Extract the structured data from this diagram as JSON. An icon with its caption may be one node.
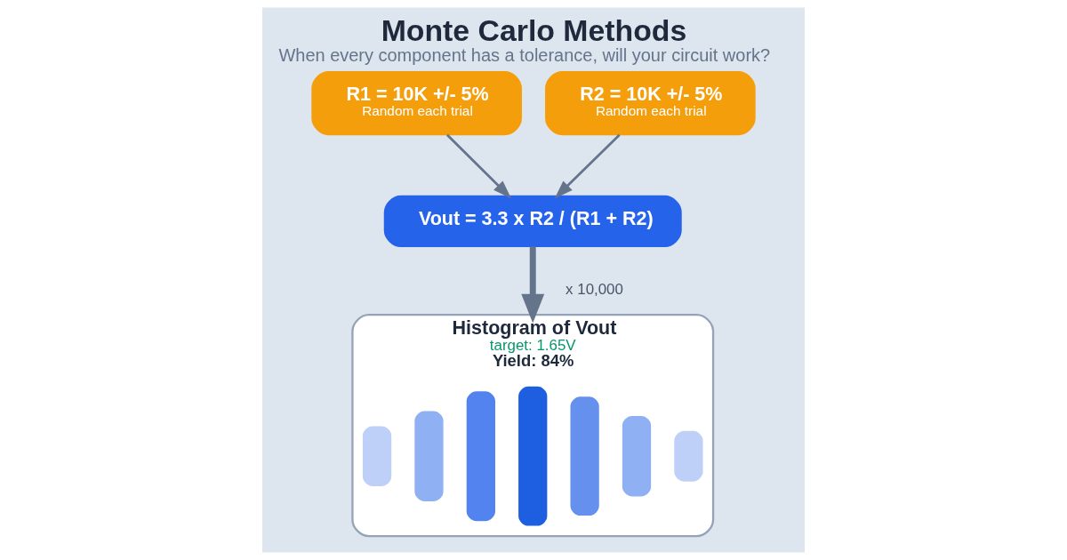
{
  "diagram": {
    "title": "Monte Carlo Methods",
    "caption": "When every component has a tolerance, will your circuit work?",
    "nodes": [
      {
        "text": [
          "R1 = 10K +/- 5%",
          "Random each trial"
        ]
      },
      {
        "text": [
          "R2 = 10K +/- 5%",
          "Random each trial"
        ]
      },
      {
        "text": [
          "Vout = 3.3 x R2 / (R1 + R2)"
        ]
      },
      {
        "text": [
          "Histogram of Vout",
          "target: 1.65V",
          "Yield: 84%"
        ]
      },
      {
        "text": [],
        "shape": "bar",
        "in": 3
      },
      {
        "text": [],
        "shape": "bar",
        "in": 3
      },
      {
        "text": [],
        "shape": "bar",
        "in": 3
      },
      {
        "text": [],
        "shape": "bar",
        "in": 3
      },
      {
        "text": [],
        "shape": "bar",
        "in": 3
      },
      {
        "text": [],
        "shape": "bar",
        "in": 3
      },
      {
        "text": [],
        "shape": "bar",
        "in": 3
      }
    ],
    "edges": [
      {
        "from": 0,
        "to": 2,
        "arrow": "to"
      },
      {
        "from": 1,
        "to": 2,
        "arrow": "to"
      },
      {
        "from": 2,
        "to": 3,
        "arrow": "to",
        "label": "x 10,000",
        "style": "thick"
      }
    ]
  }
}
